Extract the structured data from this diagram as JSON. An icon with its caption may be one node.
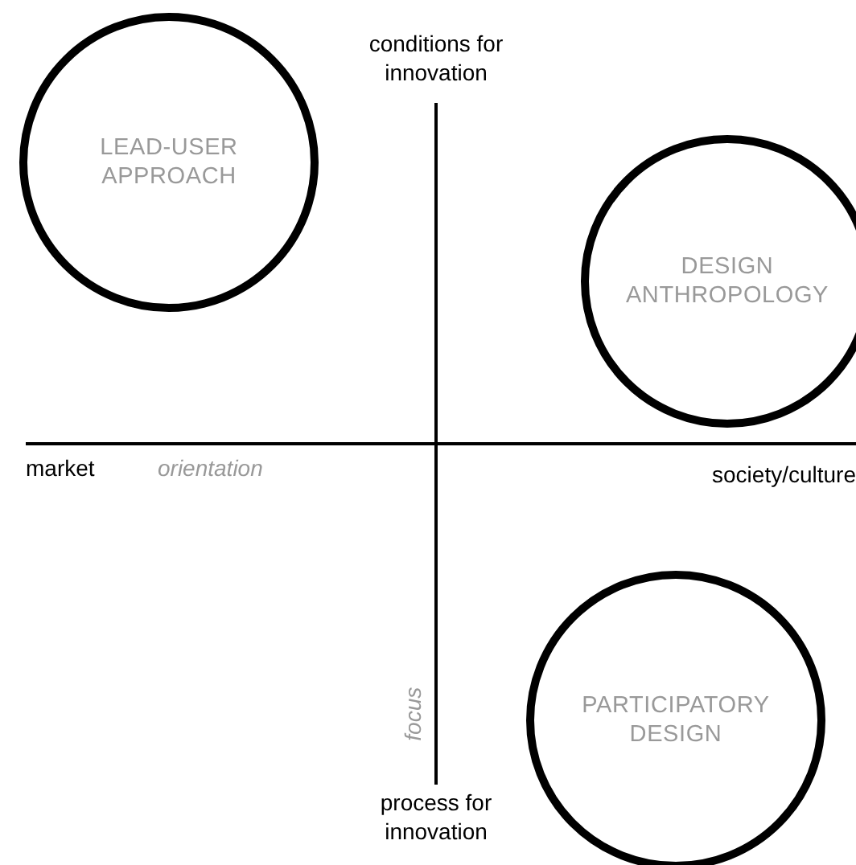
{
  "diagram": {
    "nodes": [
      {
        "text": [
          "LEAD-USER APPROACH"
        ]
      },
      {
        "text": [
          "DESIGN ANTHROPOLOGY"
        ]
      },
      {
        "text": [
          "PARTICIPATORY DESIGN"
        ]
      }
    ],
    "labels": [
      "conditions for innovation",
      "market",
      "orientation",
      "society/culture",
      "focus",
      "process for innovation"
    ]
  }
}
